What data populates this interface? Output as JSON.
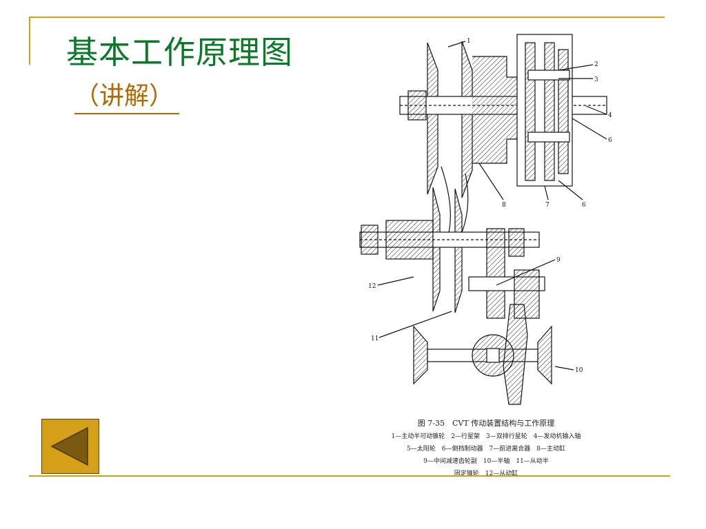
{
  "slide": {
    "title": "基本工作原理图",
    "subtitle": "（讲解）"
  },
  "nav": {
    "back_icon": "triangle-left-icon"
  },
  "figure": {
    "caption_title": "图 7-35　CVT 传动装置结构与工作原理",
    "caption_lines": [
      "1—主动半可动锥轮　2—行星架　3—双排行星轮　4—发动机输入轴",
      "5—太阳轮　6—倒挡制动器　7—前进离合器　8—主动缸",
      "9—中间减速齿轮副　10—半轴　11—从动半",
      "固定锥轮　12—从动缸"
    ],
    "labels": [
      "1",
      "2",
      "3",
      "4",
      "6",
      "6",
      "7",
      "8",
      "9",
      "10",
      "11",
      "12"
    ]
  },
  "colors": {
    "title": "#0a7a2a",
    "subtitle": "#b06a00",
    "rule": "#d4a017",
    "nav_fill": "#d4a017",
    "nav_arrow": "#7a5a10"
  }
}
